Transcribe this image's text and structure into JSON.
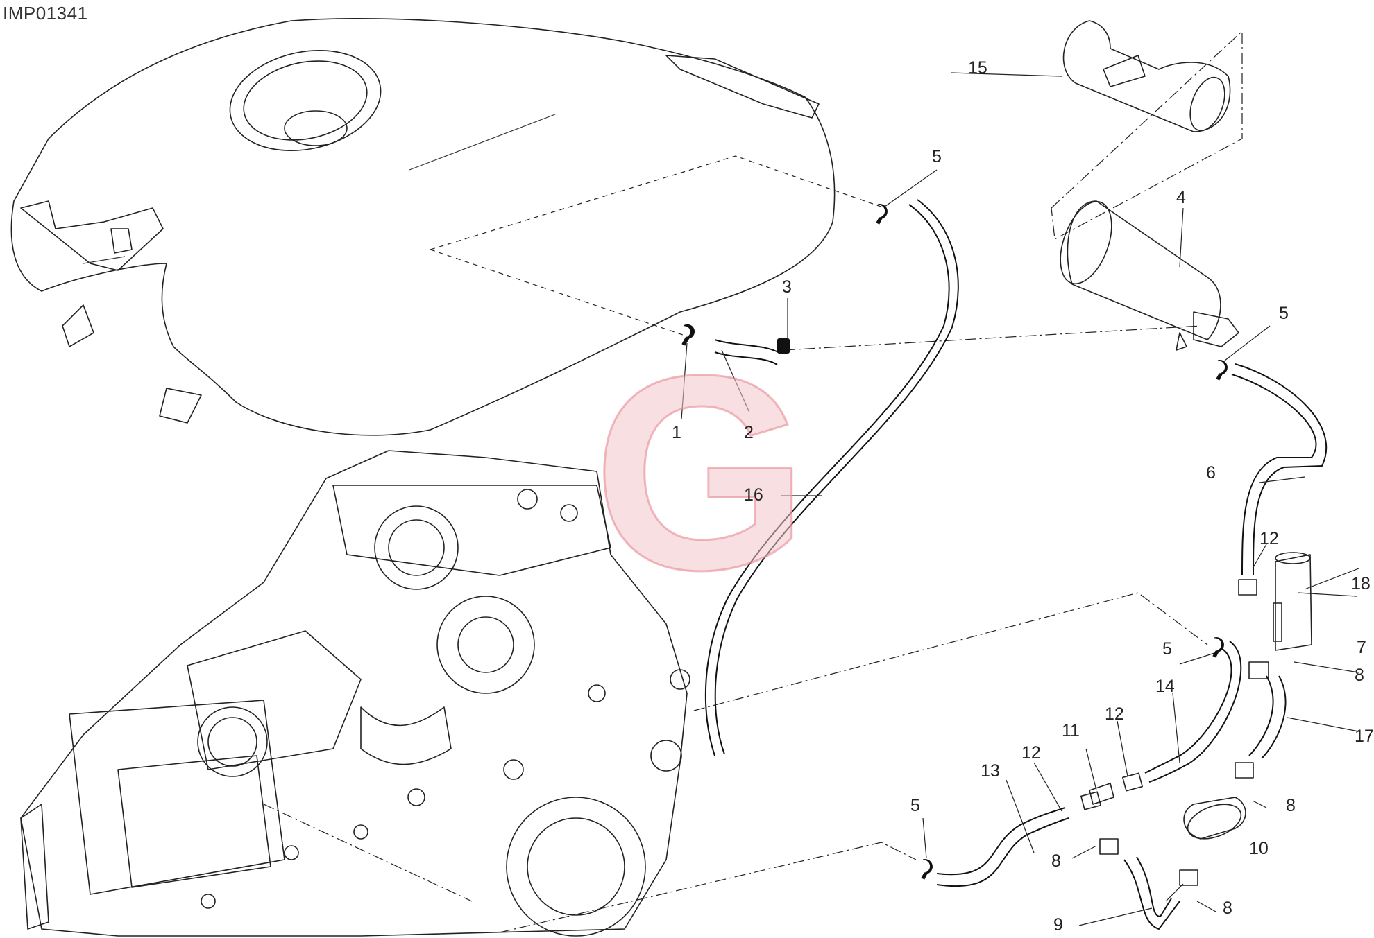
{
  "drawing_code": "IMP01341",
  "watermark_letter": "G",
  "colors": {
    "line": "#222222",
    "watermark": "#e88a94"
  },
  "labels": [
    {
      "id": "label-1",
      "text": "1"
    },
    {
      "id": "label-2",
      "text": "2"
    },
    {
      "id": "label-3",
      "text": "3"
    },
    {
      "id": "label-4",
      "text": "4"
    },
    {
      "id": "label-5a",
      "text": "5"
    },
    {
      "id": "label-5b",
      "text": "5"
    },
    {
      "id": "label-5c",
      "text": "5"
    },
    {
      "id": "label-5d",
      "text": "5"
    },
    {
      "id": "label-6",
      "text": "6"
    },
    {
      "id": "label-7",
      "text": "7"
    },
    {
      "id": "label-8a",
      "text": "8"
    },
    {
      "id": "label-8b",
      "text": "8"
    },
    {
      "id": "label-8c",
      "text": "8"
    },
    {
      "id": "label-8d",
      "text": "8"
    },
    {
      "id": "label-9",
      "text": "9"
    },
    {
      "id": "label-10",
      "text": "10"
    },
    {
      "id": "label-11",
      "text": "11"
    },
    {
      "id": "label-12a",
      "text": "12"
    },
    {
      "id": "label-12b",
      "text": "12"
    },
    {
      "id": "label-12c",
      "text": "12"
    },
    {
      "id": "label-13",
      "text": "13"
    },
    {
      "id": "label-14",
      "text": "14"
    },
    {
      "id": "label-15",
      "text": "15"
    },
    {
      "id": "label-16",
      "text": "16"
    },
    {
      "id": "label-17",
      "text": "17"
    },
    {
      "id": "label-18",
      "text": "18"
    }
  ]
}
